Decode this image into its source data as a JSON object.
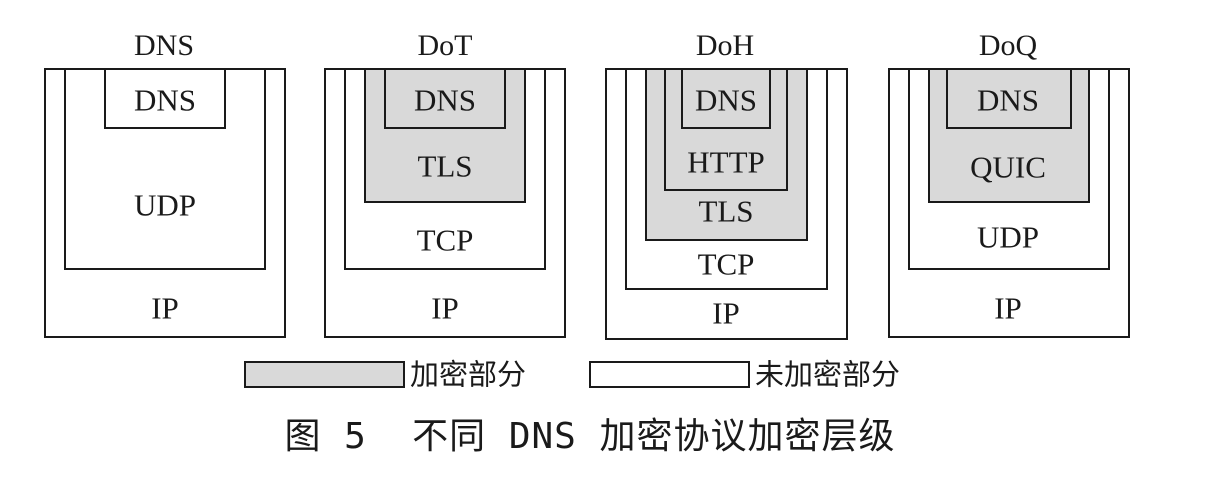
{
  "stacks": [
    {
      "title": "DNS",
      "layers": [
        "DNS",
        "UDP",
        "IP"
      ],
      "encrypted": []
    },
    {
      "title": "DoT",
      "layers": [
        "DNS",
        "TLS",
        "TCP",
        "IP"
      ],
      "encrypted": [
        "DNS",
        "TLS"
      ]
    },
    {
      "title": "DoH",
      "layers": [
        "DNS",
        "HTTP",
        "TLS",
        "TCP",
        "IP"
      ],
      "encrypted": [
        "DNS",
        "HTTP",
        "TLS"
      ]
    },
    {
      "title": "DoQ",
      "layers": [
        "DNS",
        "QUIC",
        "UDP",
        "IP"
      ],
      "encrypted": [
        "DNS",
        "QUIC"
      ]
    }
  ],
  "legend": {
    "encrypted_label": "加密部分",
    "unencrypted_label": "未加密部分",
    "encrypted_color": "#d9d9d9",
    "unencrypted_color": "#ffffff"
  },
  "caption": "图 5  不同 DNS 加密协议加密层级"
}
